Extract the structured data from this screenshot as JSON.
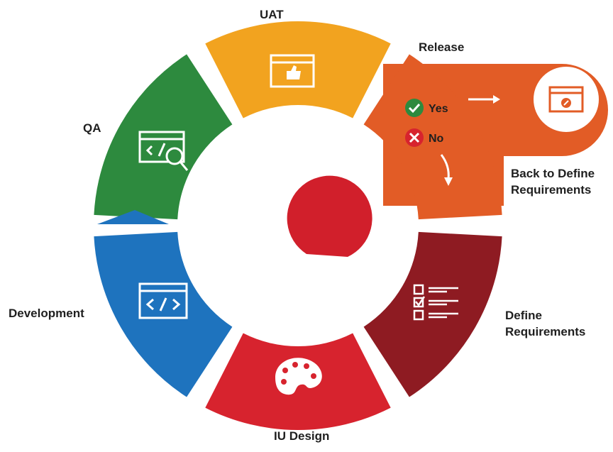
{
  "colors": {
    "uat": "#F2A31F",
    "release": "#E25C26",
    "define": "#8E1B22",
    "design": "#D7232E",
    "development": "#1E73BE",
    "qa": "#2D8A3E",
    "center": "#D11F2B",
    "yes": "#2D8A3E",
    "no": "#D7232E"
  },
  "segments": [
    {
      "key": "uat",
      "label": "UAT",
      "icon": "thumbs-up-window-icon"
    },
    {
      "key": "release",
      "label": "Release",
      "icon": "release-window-icon"
    },
    {
      "key": "define",
      "label": "Define Requirements",
      "icon": "checklist-icon"
    },
    {
      "key": "design",
      "label": "IU Design",
      "icon": "palette-icon"
    },
    {
      "key": "development",
      "label": "Development",
      "icon": "code-window-icon"
    },
    {
      "key": "qa",
      "label": "QA",
      "icon": "code-search-window-icon"
    }
  ],
  "labels": {
    "uat": "UAT",
    "release": "Release",
    "qa": "QA",
    "development": "Development",
    "design": "IU Design",
    "define_line1": "Define",
    "define_line2": "Requirements",
    "back_line1": "Back to Define",
    "back_line2": "Requirements"
  },
  "release_options": {
    "yes": "Yes",
    "no": "No"
  }
}
